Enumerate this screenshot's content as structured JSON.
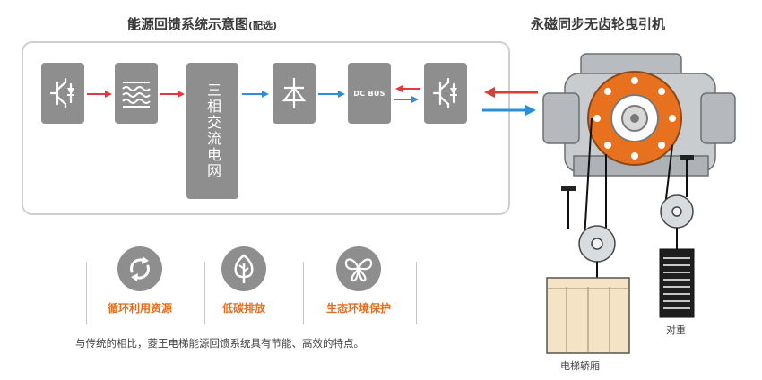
{
  "diagram": {
    "panel_title": "能源回馈系统示意图",
    "panel_title_note": "(配选)",
    "machine_title": "永磁同步无齿轮曳引机",
    "blocks": {
      "igbt_left": "",
      "filter": "",
      "grid": "三相交流电网",
      "rectifier": "",
      "dc_bus": "DC BUS",
      "igbt_right": ""
    },
    "features": [
      {
        "label": "循环利用资源",
        "icon": "recycle-icon"
      },
      {
        "label": "低碳排放",
        "icon": "tree-icon"
      },
      {
        "label": "生态环境保护",
        "icon": "butterfly-icon"
      }
    ],
    "note": "与传统的相比，菱王电梯能源回馈系统具有节能、高效的特点。",
    "car_label": "电梯轿厢",
    "counterweight_label": "对重",
    "colors": {
      "block": "#8e8e8e",
      "arrow_red": "#e03a3a",
      "arrow_blue": "#2a8fd8",
      "accent_orange": "#e56d1f",
      "car": "#f4e3c4"
    }
  }
}
